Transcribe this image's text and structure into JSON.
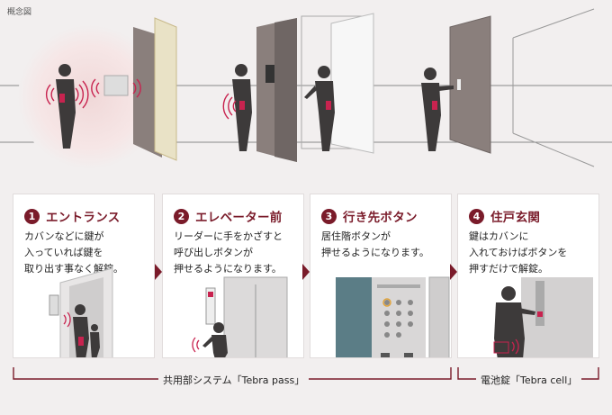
{
  "concept_label": "概念図",
  "steps": [
    {
      "num": "1",
      "title": "エントランス",
      "lines": [
        "カバンなどに鍵が",
        "入っていれば鍵を",
        "取り出す事なく解錠。"
      ]
    },
    {
      "num": "2",
      "title": "エレベーター前",
      "lines": [
        "リーダーに手をかざすと",
        "呼び出しボタンが",
        "押せるようになります。"
      ]
    },
    {
      "num": "3",
      "title": "行き先ボタン",
      "lines": [
        "居住階ボタンが",
        "押せるようになります。"
      ]
    },
    {
      "num": "4",
      "title": "住戸玄関",
      "lines": [
        "鍵はカバンに",
        "入れておけばボタンを",
        "押すだけで解錠。"
      ]
    }
  ],
  "systems": {
    "shared": "共用部システム「Tebra pass」",
    "unit": "電池錠「Tebra cell」"
  },
  "colors": {
    "accent": "#7a1b2a",
    "signal": "#c8234f",
    "background": "#f2efef"
  },
  "icons": [
    "person-icon",
    "signal-icon",
    "door-icon",
    "elevator-icon",
    "keypad-icon"
  ]
}
